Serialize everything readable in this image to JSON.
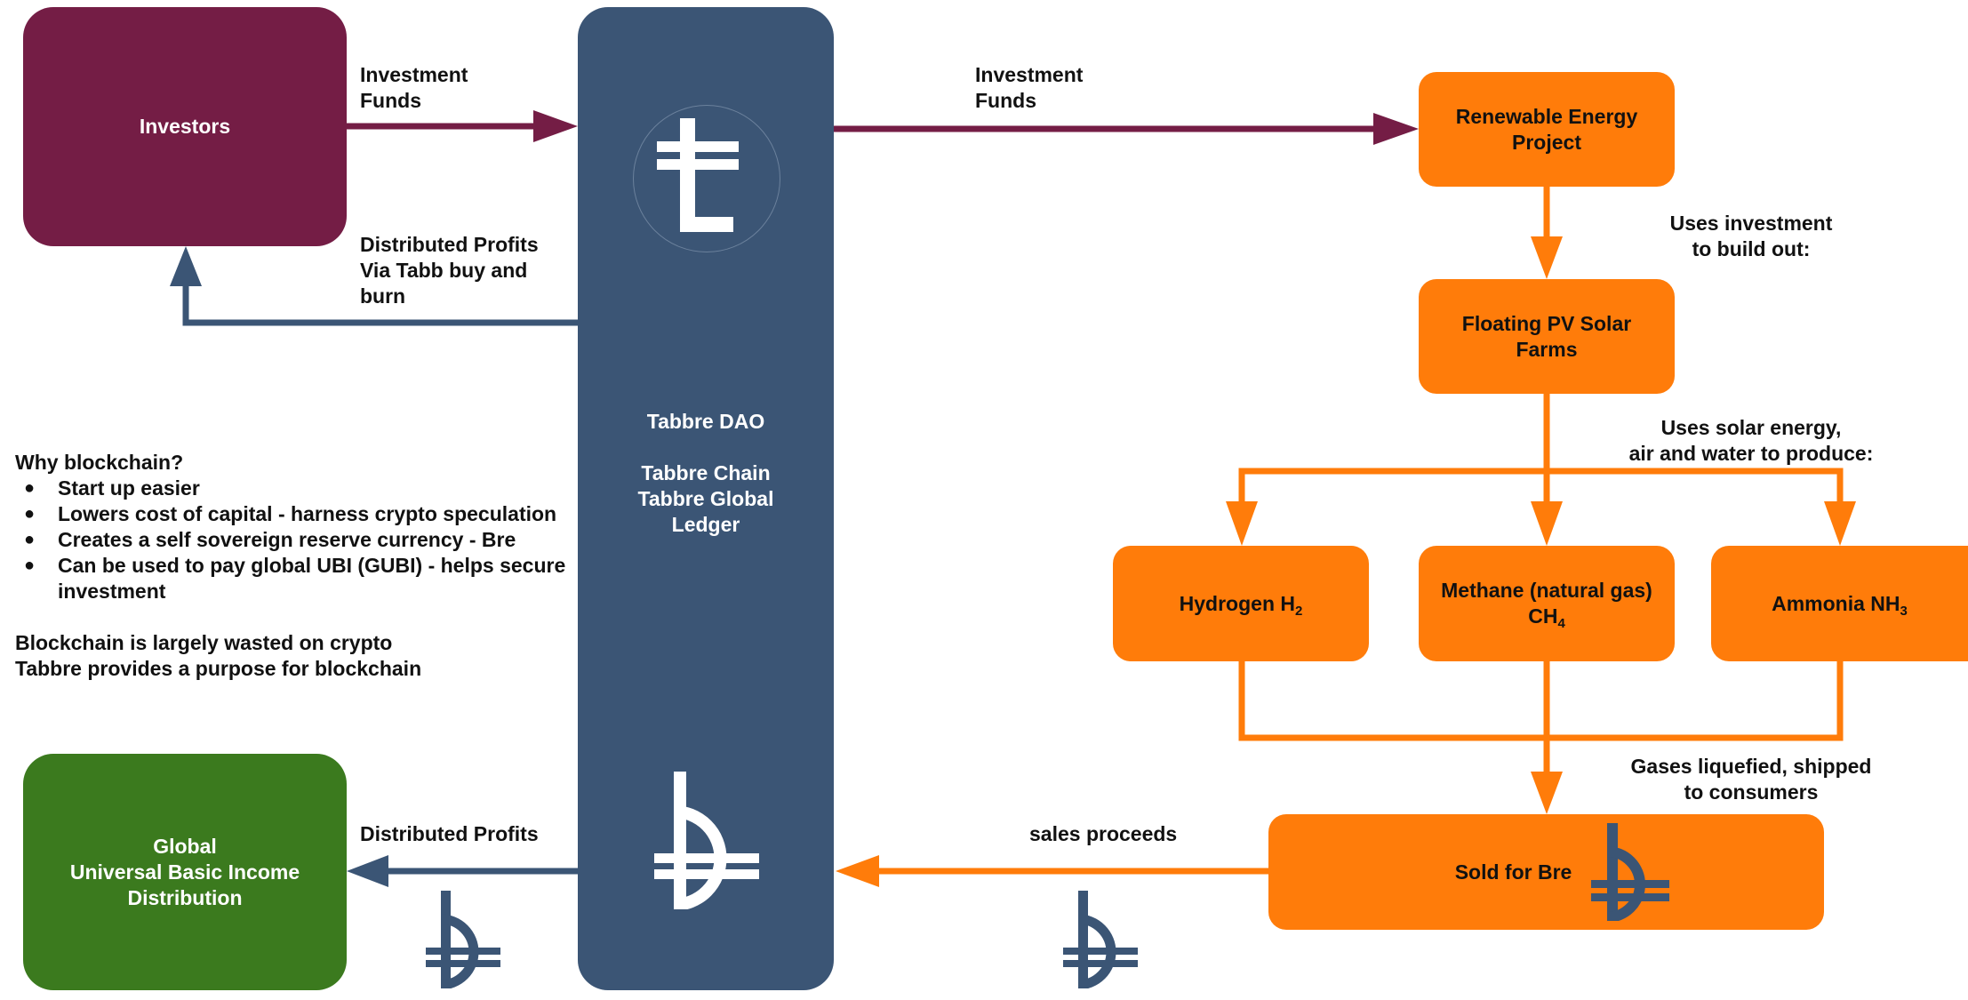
{
  "colors": {
    "investors": "#741d45",
    "dao": "#3b5575",
    "ubi": "#3b7a1e",
    "orange": "#ff7c0a",
    "text": "#111111"
  },
  "icons": {
    "dao_top": "tabb-t-logo-icon",
    "dao_bottom": "bre-currency-icon",
    "ubi_coin": "bre-currency-icon",
    "sales_coin": "bre-currency-icon",
    "sold_coin": "bre-currency-icon"
  },
  "investors": {
    "label": "Investors"
  },
  "dao": {
    "title": "Tabbre DAO",
    "line1": "Tabbre Chain",
    "line2": "Tabbre Global",
    "line3": "Ledger"
  },
  "ubi": {
    "line1": "Global",
    "line2": "Universal Basic Income",
    "line3": "Distribution"
  },
  "labels": {
    "inv_funds_left_1": "Investment",
    "inv_funds_left_2": "Funds",
    "inv_funds_right_1": "Investment",
    "inv_funds_right_2": "Funds",
    "dist_profits_1": "Distributed Profits",
    "dist_profits_2": "Via Tabb buy and",
    "dist_profits_3": "burn",
    "dist_profits_ubi": "Distributed Profits",
    "sales_proceeds": "sales proceeds",
    "uses_invest_1": "Uses investment",
    "uses_invest_2": "to build out:",
    "uses_solar_1": "Uses solar energy,",
    "uses_solar_2": "air and water to produce:",
    "gases_1": "Gases liquefied, shipped",
    "gases_2": "to consumers"
  },
  "project": {
    "line1": "Renewable Energy",
    "line2": "Project"
  },
  "solar": {
    "line1": "Floating PV Solar",
    "line2": "Farms"
  },
  "gases": {
    "hydrogen": {
      "name": "Hydrogen H",
      "sub": "2"
    },
    "methane": {
      "line1": "Methane (natural gas)",
      "formula": "CH",
      "sub": "4"
    },
    "ammonia": {
      "name": "Ammonia NH",
      "sub": "3"
    }
  },
  "sold": {
    "label": "Sold  for Bre"
  },
  "why": {
    "heading": "Why blockchain?",
    "bullets": [
      "Start up easier",
      "Lowers cost of capital - harness crypto speculation",
      "Creates a self sovereign reserve currency - Bre",
      "Can be used to pay global UBI (GUBI) - helps secure investment"
    ],
    "footer1": "Blockchain is largely wasted on crypto",
    "footer2": "Tabbre provides a purpose for blockchain"
  }
}
